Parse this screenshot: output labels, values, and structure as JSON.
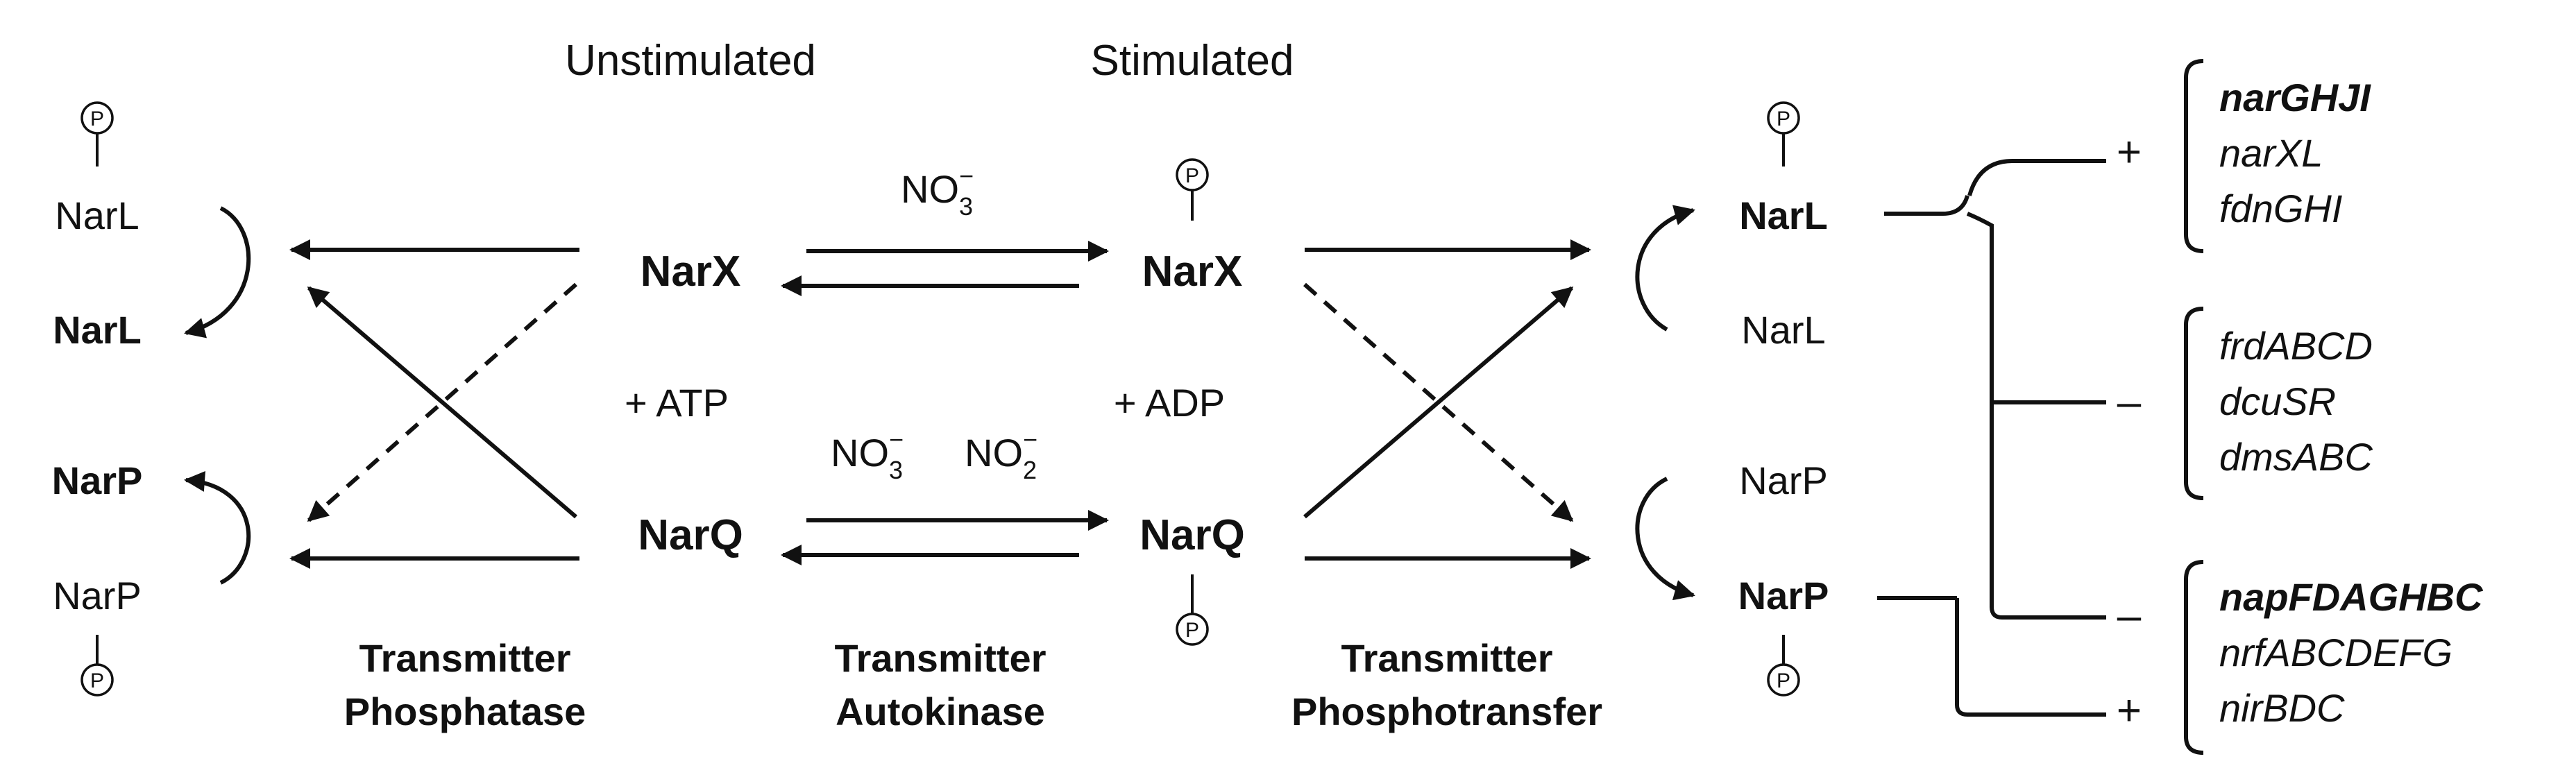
{
  "headers": {
    "unstimulated": "Unstimulated",
    "stimulated": "Stimulated"
  },
  "phospho_label": "P",
  "left": {
    "narl_p": "NarL",
    "narl": "NarL",
    "narp": "NarP",
    "narp_p": "NarP",
    "narx": "NarX",
    "narq": "NarQ",
    "atp": "+ ATP"
  },
  "middle": {
    "no3_top": "NO",
    "no3_top_sub": "3",
    "no3_top_sup": "−",
    "no3_bottom": "NO",
    "no3_bottom_sub": "3",
    "no3_bottom_sup": "−",
    "no2_bottom": "NO",
    "no2_bottom_sub": "2",
    "no2_bottom_sup": "−",
    "narx_p": "NarX",
    "narq_p": "NarQ",
    "adp": "+ ADP"
  },
  "right": {
    "narl_p": "NarL",
    "narl": "NarL",
    "narp": "NarP",
    "narp_p": "NarP"
  },
  "captions": {
    "phosphatase_1": "Transmitter",
    "phosphatase_2": "Phosphatase",
    "autokinase_1": "Transmitter",
    "autokinase_2": "Autokinase",
    "phosphotransfer_1": "Transmitter",
    "phosphotransfer_2": "Phosphotransfer"
  },
  "signs": {
    "g1": "+",
    "g2": "–",
    "g3": "–",
    "g4": "+"
  },
  "genes": {
    "group1": [
      "narGHJI",
      "narXL",
      "fdnGHI"
    ],
    "group2": [
      "frdABCD",
      "dcuSR",
      "dmsABC"
    ],
    "group3": [
      "napFDAGHBC",
      "nrfABCDEFG",
      "nirBDC"
    ],
    "bold": [
      "narGHJI",
      "napFDAGHBC"
    ]
  }
}
